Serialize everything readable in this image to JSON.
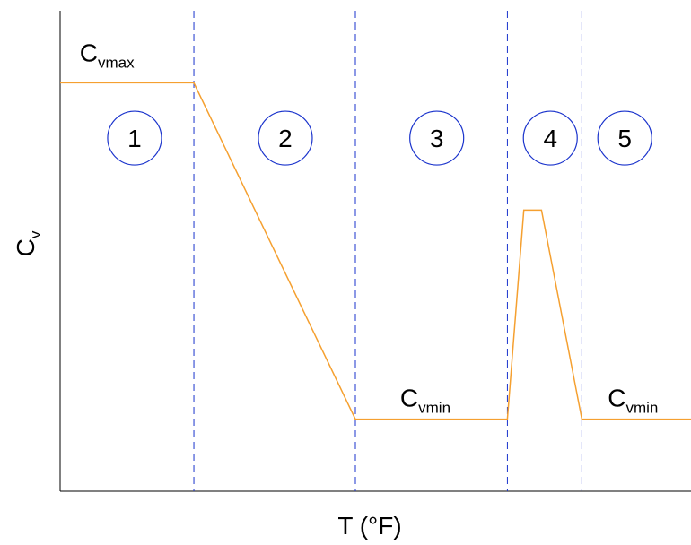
{
  "chart_data": {
    "type": "line",
    "title": "",
    "xlabel": "T (°F)",
    "ylabel_main": "C",
    "ylabel_sub": "v",
    "grid": false,
    "xlim": [
      0,
      100
    ],
    "ylim": [
      0,
      100
    ],
    "series": [
      {
        "name": "",
        "color": "#f5a030",
        "x": [
          0,
          21.2,
          46.8,
          70.9,
          73.5,
          76.3,
          82.7,
          100
        ],
        "y": [
          85,
          85,
          15,
          15,
          58.5,
          58.5,
          15,
          15
        ]
      }
    ],
    "region_boundaries": {
      "color": "#1a33cc",
      "x": [
        21.2,
        46.8,
        70.9,
        82.7
      ]
    },
    "regions": [
      {
        "label": "1",
        "x": 11.8,
        "y": 73.5
      },
      {
        "label": "2",
        "x": 35.7,
        "y": 73.5
      },
      {
        "label": "3",
        "x": 59.7,
        "y": 73.5
      },
      {
        "label": "4",
        "x": 77.7,
        "y": 73.5
      },
      {
        "label": "5",
        "x": 89.5,
        "y": 73.5
      }
    ],
    "annotations": [
      {
        "main": "C",
        "sub": "vmax",
        "x": 3.1,
        "y": 89.5
      },
      {
        "main": "C",
        "sub": "vmin",
        "x": 53.9,
        "y": 17.6
      },
      {
        "main": "C",
        "sub": "vmin",
        "x": 86.8,
        "y": 17.6
      }
    ]
  }
}
